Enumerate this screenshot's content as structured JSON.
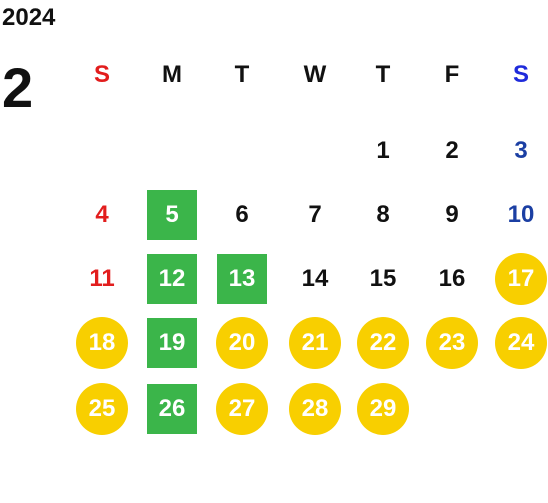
{
  "header": {
    "year": "2024",
    "month": "2"
  },
  "colors": {
    "text": "#111111",
    "sunday": "#e21d1d",
    "saturday": "#1b3fa3",
    "weekday_s_sat": "#1f2bdb",
    "green": "#3bb54a",
    "yellow": "#f8cf00",
    "white": "#ffffff"
  },
  "weekdays": [
    "S",
    "M",
    "T",
    "W",
    "T",
    "F",
    "S"
  ],
  "days": [
    {
      "day": "1",
      "col": 4,
      "row": 0,
      "style": "normal"
    },
    {
      "day": "2",
      "col": 5,
      "row": 0,
      "style": "normal"
    },
    {
      "day": "3",
      "col": 6,
      "row": 0,
      "style": "saturday"
    },
    {
      "day": "4",
      "col": 0,
      "row": 1,
      "style": "sunday"
    },
    {
      "day": "5",
      "col": 1,
      "row": 1,
      "style": "green"
    },
    {
      "day": "6",
      "col": 2,
      "row": 1,
      "style": "normal"
    },
    {
      "day": "7",
      "col": 3,
      "row": 1,
      "style": "normal"
    },
    {
      "day": "8",
      "col": 4,
      "row": 1,
      "style": "normal"
    },
    {
      "day": "9",
      "col": 5,
      "row": 1,
      "style": "normal"
    },
    {
      "day": "10",
      "col": 6,
      "row": 1,
      "style": "saturday"
    },
    {
      "day": "11",
      "col": 0,
      "row": 2,
      "style": "sunday"
    },
    {
      "day": "12",
      "col": 1,
      "row": 2,
      "style": "green"
    },
    {
      "day": "13",
      "col": 2,
      "row": 2,
      "style": "green"
    },
    {
      "day": "14",
      "col": 3,
      "row": 2,
      "style": "normal"
    },
    {
      "day": "15",
      "col": 4,
      "row": 2,
      "style": "normal"
    },
    {
      "day": "16",
      "col": 5,
      "row": 2,
      "style": "normal"
    },
    {
      "day": "17",
      "col": 6,
      "row": 2,
      "style": "yellow"
    },
    {
      "day": "18",
      "col": 0,
      "row": 3,
      "style": "yellow"
    },
    {
      "day": "19",
      "col": 1,
      "row": 3,
      "style": "green"
    },
    {
      "day": "20",
      "col": 2,
      "row": 3,
      "style": "yellow"
    },
    {
      "day": "21",
      "col": 3,
      "row": 3,
      "style": "yellow"
    },
    {
      "day": "22",
      "col": 4,
      "row": 3,
      "style": "yellow"
    },
    {
      "day": "23",
      "col": 5,
      "row": 3,
      "style": "yellow"
    },
    {
      "day": "24",
      "col": 6,
      "row": 3,
      "style": "yellow"
    },
    {
      "day": "25",
      "col": 0,
      "row": 4,
      "style": "yellow"
    },
    {
      "day": "26",
      "col": 1,
      "row": 4,
      "style": "green"
    },
    {
      "day": "27",
      "col": 2,
      "row": 4,
      "style": "yellow"
    },
    {
      "day": "28",
      "col": 3,
      "row": 4,
      "style": "yellow"
    },
    {
      "day": "29",
      "col": 4,
      "row": 4,
      "style": "yellow"
    }
  ]
}
